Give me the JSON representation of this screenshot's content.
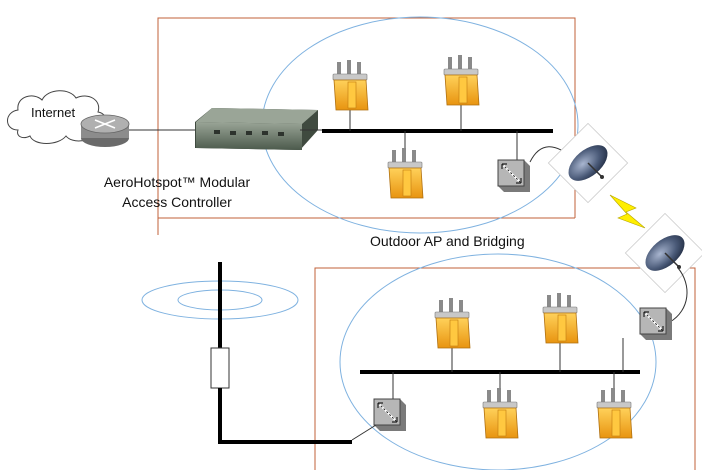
{
  "labels": {
    "internet": "Internet",
    "controller_line1": "AeroHotspot™ Modular",
    "controller_line2": "Access Controller",
    "outdoor": "Outdoor AP and Bridging"
  },
  "colors": {
    "site_border": "#c0603a",
    "coverage_ellipse": "#7fb2e0",
    "bus_line": "#000000",
    "ap_body": "#f0a820",
    "bridge_box": "#9a9a9a",
    "dish": "#4a5a78",
    "lightning": "#ffee00",
    "controller": "#6d7a6a"
  },
  "icons": [
    "cloud-icon",
    "router-icon",
    "controller-icon",
    "access-point-icon",
    "bridge-icon",
    "dish-antenna-icon",
    "lightning-bolt-icon",
    "tower-antenna-icon",
    "radio-wave-icon"
  ]
}
